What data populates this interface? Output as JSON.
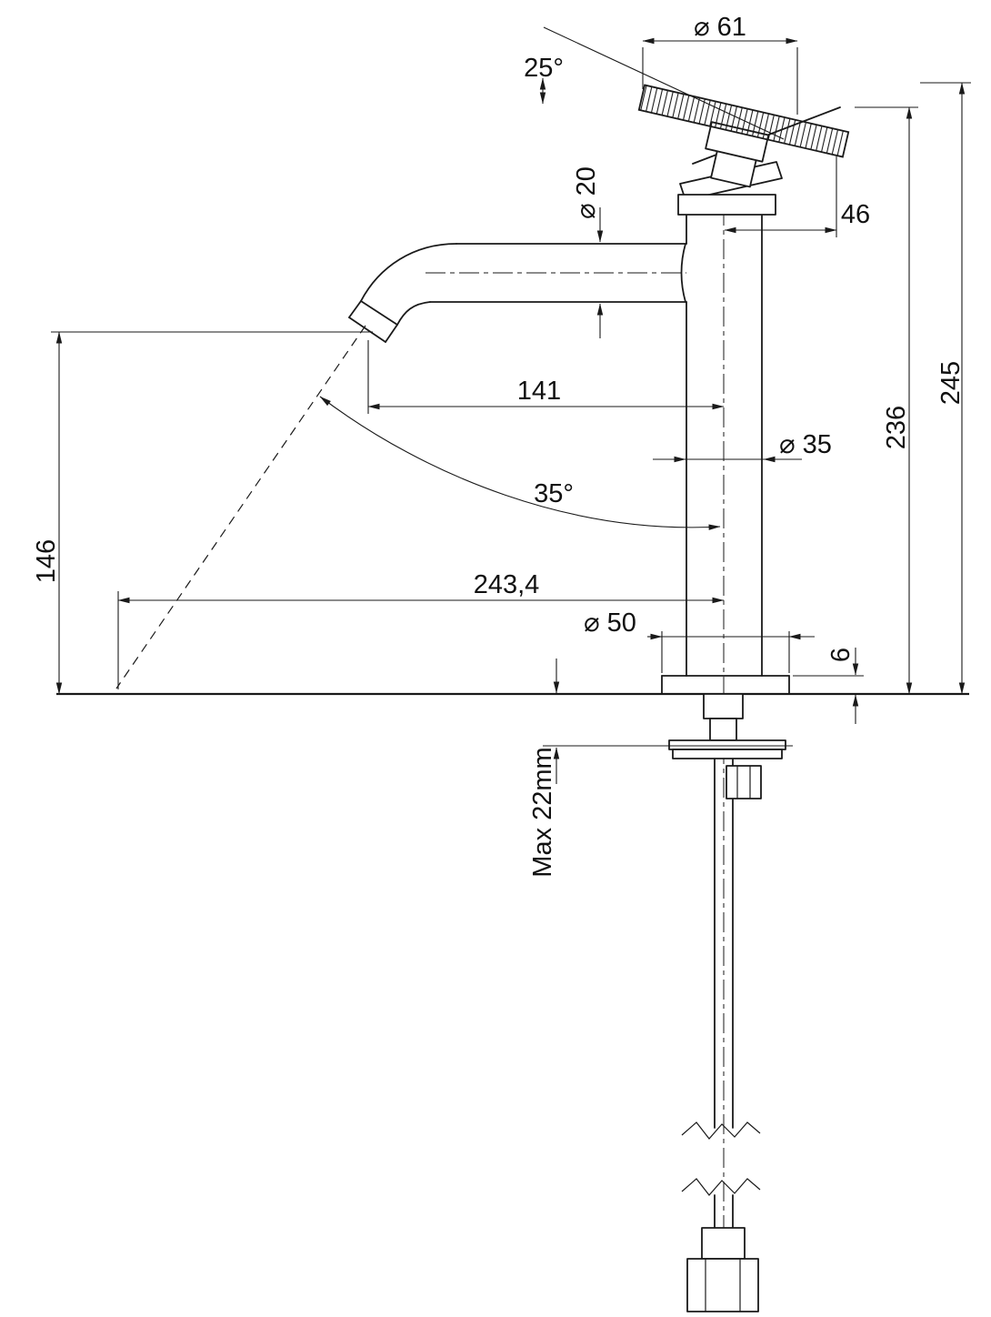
{
  "drawing": {
    "type": "technical-drawing",
    "subject": "Tall basin tap with cross handle, side elevation with under-counter mounting parts",
    "line_color": "#1a1a1a",
    "dims": {
      "handle_diameter": "⌀ 61",
      "handle_tilt_angle": "25°",
      "spout_diameter": "⌀ 20",
      "handle_offset": "46",
      "spout_reach": "141",
      "body_diameter": "⌀ 35",
      "stream_angle": "35°",
      "spout_outlet_height": "146",
      "stream_reach": "243,4",
      "base_diameter": "⌀ 50",
      "base_height": "6",
      "height_to_handle_base": "236",
      "total_height": "245",
      "max_deck_thickness": "Max 22mm"
    }
  }
}
